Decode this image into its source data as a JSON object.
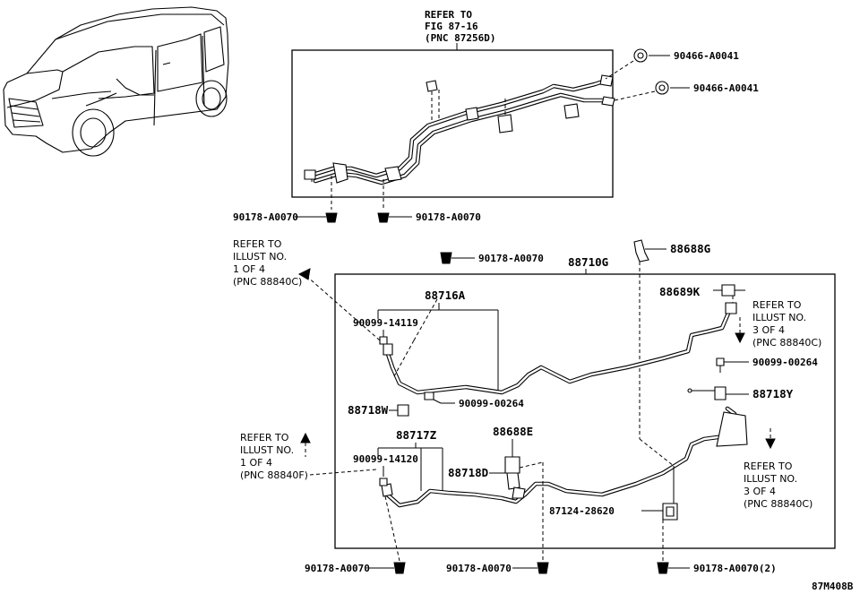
{
  "refer_top": [
    "REFER TO",
    "FIG 87-16",
    "(PNC 87256D)"
  ],
  "refer_left_1": [
    "REFER TO",
    "ILLUST NO.",
    "1 OF 4",
    "(PNC 88840C)"
  ],
  "refer_right_1": [
    "REFER TO",
    "ILLUST NO.",
    "3 OF 4",
    "(PNC 88840C)"
  ],
  "refer_left_2": [
    "REFER TO",
    "ILLUST NO.",
    "1 OF 4",
    "(PNC 88840F)"
  ],
  "refer_right_2": [
    "REFER TO",
    "ILLUST NO.",
    "3 OF 4",
    "(PNC 88840C)"
  ],
  "parts": {
    "grommet_upper": "90466-A0041",
    "grommet_lower": "90466-A0041",
    "clip_top_left": "90178-A0070",
    "clip_top_mid": "90178-A0070",
    "clip_mid": "90178-A0070",
    "assembly": "88710G",
    "bracket_top": "88688G",
    "tube_upper": "88716A",
    "bolt_upper_left": "90099-14119",
    "bolt_center": "90099-00264",
    "stud_top": "88689K",
    "bolt_right": "90099-00264",
    "clamp_left": "88718W",
    "clamp_right": "88718Y",
    "tube_lower": "88717Z",
    "bracket_mid": "88688E",
    "bolt_lower_left": "90099-14120",
    "clamp_mid": "88718D",
    "clamp_bracket": "87124-28620",
    "clip_bottom_left": "90178-A0070",
    "clip_bottom_mid": "90178-A0070",
    "clip_bottom_right": "90178-A0070(2)"
  },
  "figure_code": "87M408B"
}
